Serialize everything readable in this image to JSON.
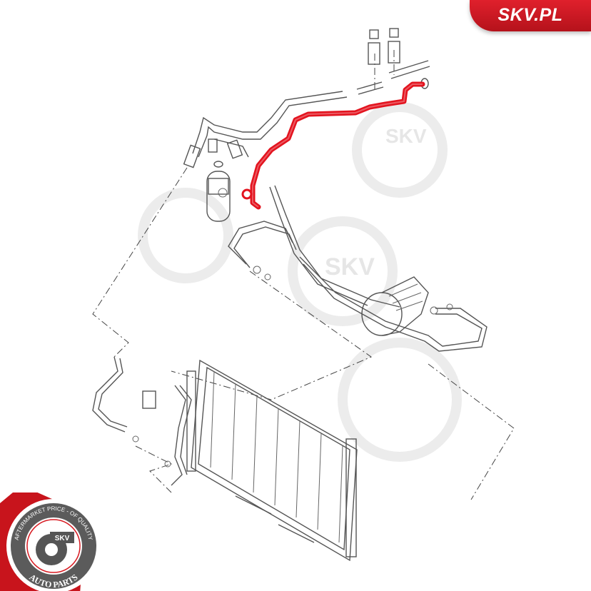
{
  "brand": {
    "site_label": "SKV.PL",
    "color": "#d71920"
  },
  "badge": {
    "center_text": "SKV",
    "ring_top_text": "AFTERMARKET PRICE - OF QUALITY",
    "ring_bottom_text": "AUTO PARTS"
  },
  "watermark_text": "SKV",
  "highlight_color": "#e3141f"
}
